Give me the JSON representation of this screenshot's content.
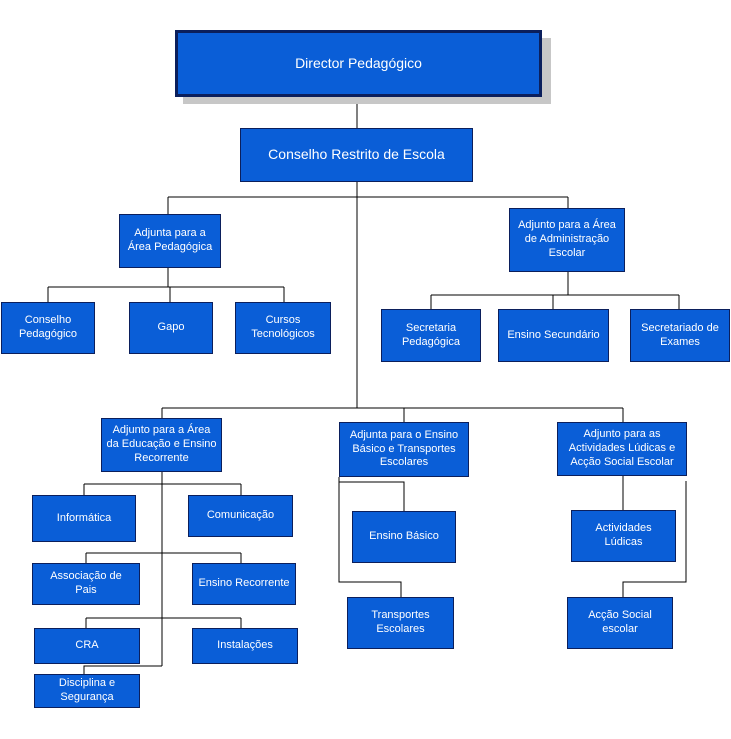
{
  "colors": {
    "box_fill": "#0a5ed7",
    "box_border": "#0b1f5c",
    "shadow": "#c7c7c7",
    "text": "#ffffff",
    "line": "#000000"
  },
  "nodes": {
    "director": "Director Pedagógico",
    "council": "Conselho Restrito de Escola",
    "adj_pedagogica": "Adjunta para a\nÁrea Pedagógica",
    "adj_administracao": "Adjunto para a Área\nde Administração\nEscolar",
    "conselho_pedagogico": "Conselho\nPedagógico",
    "gapo": "Gapo",
    "cursos_tecnologicos": "Cursos\nTecnológicos",
    "secretaria_pedagogica": "Secretaria\nPedagógica",
    "ensino_secundario": "Ensino Secundário",
    "secretariado_exames": "Secretariado de\nExames",
    "adj_educacao": "Adjunto para a Área\nda Educação e Ensino\nRecorrente",
    "adj_ensino_basico": "Adjunta para o Ensino\nBásico e Transportes\nEscolares",
    "adj_actividades": "Adjunto para as\nActividades Lúdicas e\nAcção Social Escolar",
    "informatica": "Informática",
    "comunicacao": "Comunicação",
    "associacao_pais": "Associação de\nPais",
    "ensino_recorrente": "Ensino Recorrente",
    "cra": "CRA",
    "instalacoes": "Instalações",
    "disciplina_seguranca": "Disciplina e\nSegurança",
    "ensino_basico": "Ensino Básico",
    "transportes_escolares": "Transportes\nEscolares",
    "actividades_ludicas": "Actividades\nLúdicas",
    "accao_social": "Acção Social\nescolar"
  }
}
